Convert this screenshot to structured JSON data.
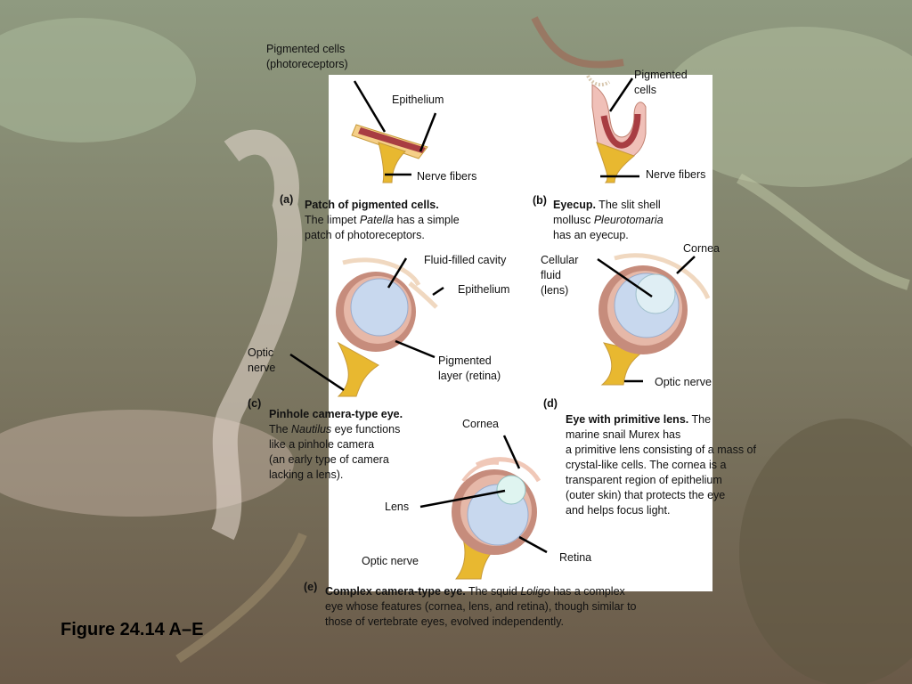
{
  "figure_title": "Figure 24.14 A–E",
  "panels": {
    "a": {
      "tag": "(a)",
      "label_pigmented": "Pigmented cells (photoreceptors)",
      "label_pigmented_l1": "Pigmented cells",
      "label_pigmented_l2": "(photoreceptors)",
      "label_epithelium": "Epithelium",
      "label_nerve": "Nerve fibers",
      "cap_bold": "Patch of pigmented cells.",
      "cap_l2a": "The limpet ",
      "cap_l2i": "Patella",
      "cap_l2b": " has a simple",
      "cap_l3": "patch of photoreceptors."
    },
    "b": {
      "tag": "(b)",
      "label_pigmented_l1": "Pigmented",
      "label_pigmented_l2": "cells",
      "label_nerve": "Nerve fibers",
      "cap_bold": "Eyecup.",
      "cap_l1b": " The slit shell",
      "cap_l2a": "mollusc ",
      "cap_l2i": "Pleurotomaria",
      "cap_l3": "has an eyecup."
    },
    "c": {
      "tag": "(c)",
      "label_fluid": "Fluid-filled cavity",
      "label_epithelium": "Epithelium",
      "label_optic_l1": "Optic",
      "label_optic_l2": "nerve",
      "label_pigment_l1": "Pigmented",
      "label_pigment_l2": "layer (retina)",
      "cap_bold": "Pinhole camera-type eye.",
      "cap_l2a": "The ",
      "cap_l2i": "Nautilus",
      "cap_l2b": " eye functions",
      "cap_l3": "like a pinhole camera",
      "cap_l4": "(an early type of camera",
      "cap_l5": "lacking a lens)."
    },
    "d": {
      "tag": "(d)",
      "label_cellular_l1": "Cellular",
      "label_cellular_l2": "fluid",
      "label_cellular_l3": "(lens)",
      "label_cornea": "Cornea",
      "label_optic": "Optic nerve",
      "cap_bold": "Eye with primitive lens.",
      "cap_l1b": " The",
      "cap_l2": "marine snail Murex has",
      "cap_l3": "a primitive lens consisting of a mass of",
      "cap_l4": "crystal-like cells. The cornea is a",
      "cap_l5": "transparent region of epithelium",
      "cap_l6": "(outer skin) that protects the eye",
      "cap_l7": "and helps focus light."
    },
    "e": {
      "tag": "(e)",
      "label_cornea": "Cornea",
      "label_lens": "Lens",
      "label_optic": "Optic nerve",
      "label_retina": "Retina",
      "cap_bold": "Complex camera-type eye.",
      "cap_l1b": " The squid ",
      "cap_l1i": "Loligo",
      "cap_l1c": " has a complex",
      "cap_l2": "eye whose features (cornea, lens, and retina), though similar to",
      "cap_l3": "those of vertebrate eyes, evolved independently."
    }
  },
  "colors": {
    "pigment": "#b34a4a",
    "yellow": "#e8b830",
    "pink": "#f0c0b8",
    "lens": "#c8d8ee"
  }
}
